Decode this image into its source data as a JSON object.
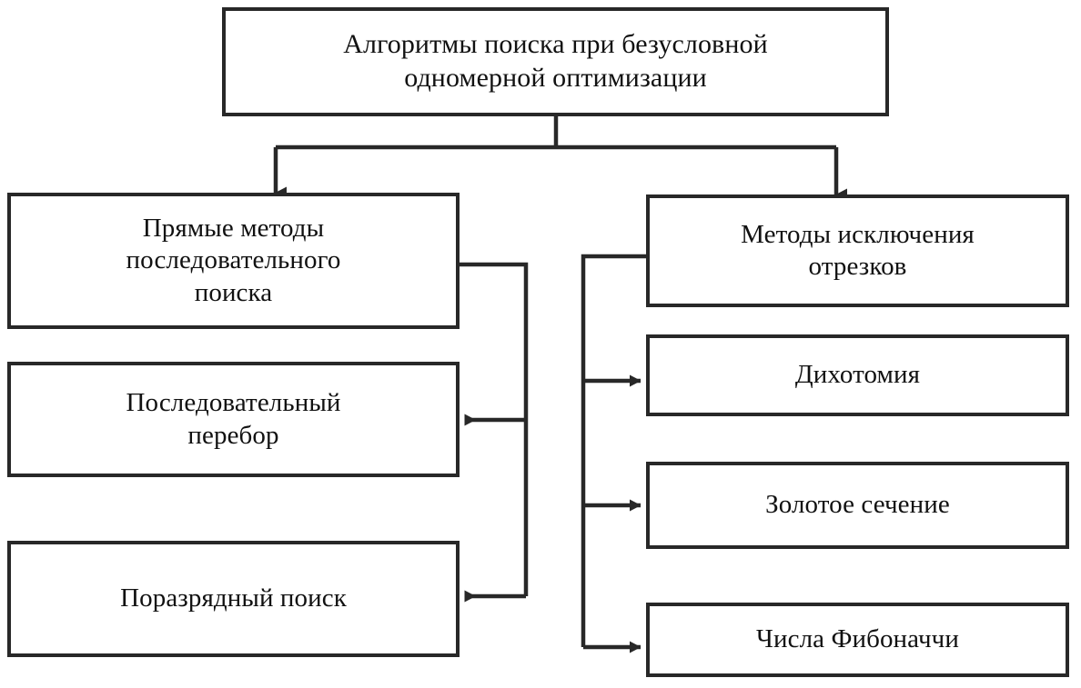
{
  "diagram": {
    "title_node": {
      "id": "root",
      "label": "Алгоритмы поиска при безусловной\nодномерной оптимизации"
    },
    "branches": {
      "left": {
        "header": {
          "id": "left-header",
          "label": "Прямые методы\nпоследовательного\nпоиска"
        },
        "children": [
          {
            "id": "left-child-1",
            "label": "Последовательный\nперебор"
          },
          {
            "id": "left-child-2",
            "label": "Поразрядный поиск"
          }
        ]
      },
      "right": {
        "header": {
          "id": "right-header",
          "label": "Методы исключения\nотрезков"
        },
        "children": [
          {
            "id": "right-child-1",
            "label": "Дихотомия"
          },
          {
            "id": "right-child-2",
            "label": "Золотое сечение"
          },
          {
            "id": "right-child-3",
            "label": "Числа Фибоначчи"
          }
        ]
      }
    },
    "style": {
      "line_color": "#282828",
      "box_border_color": "#282828",
      "box_fill": "#ffffff",
      "text_color": "#111111"
    }
  }
}
